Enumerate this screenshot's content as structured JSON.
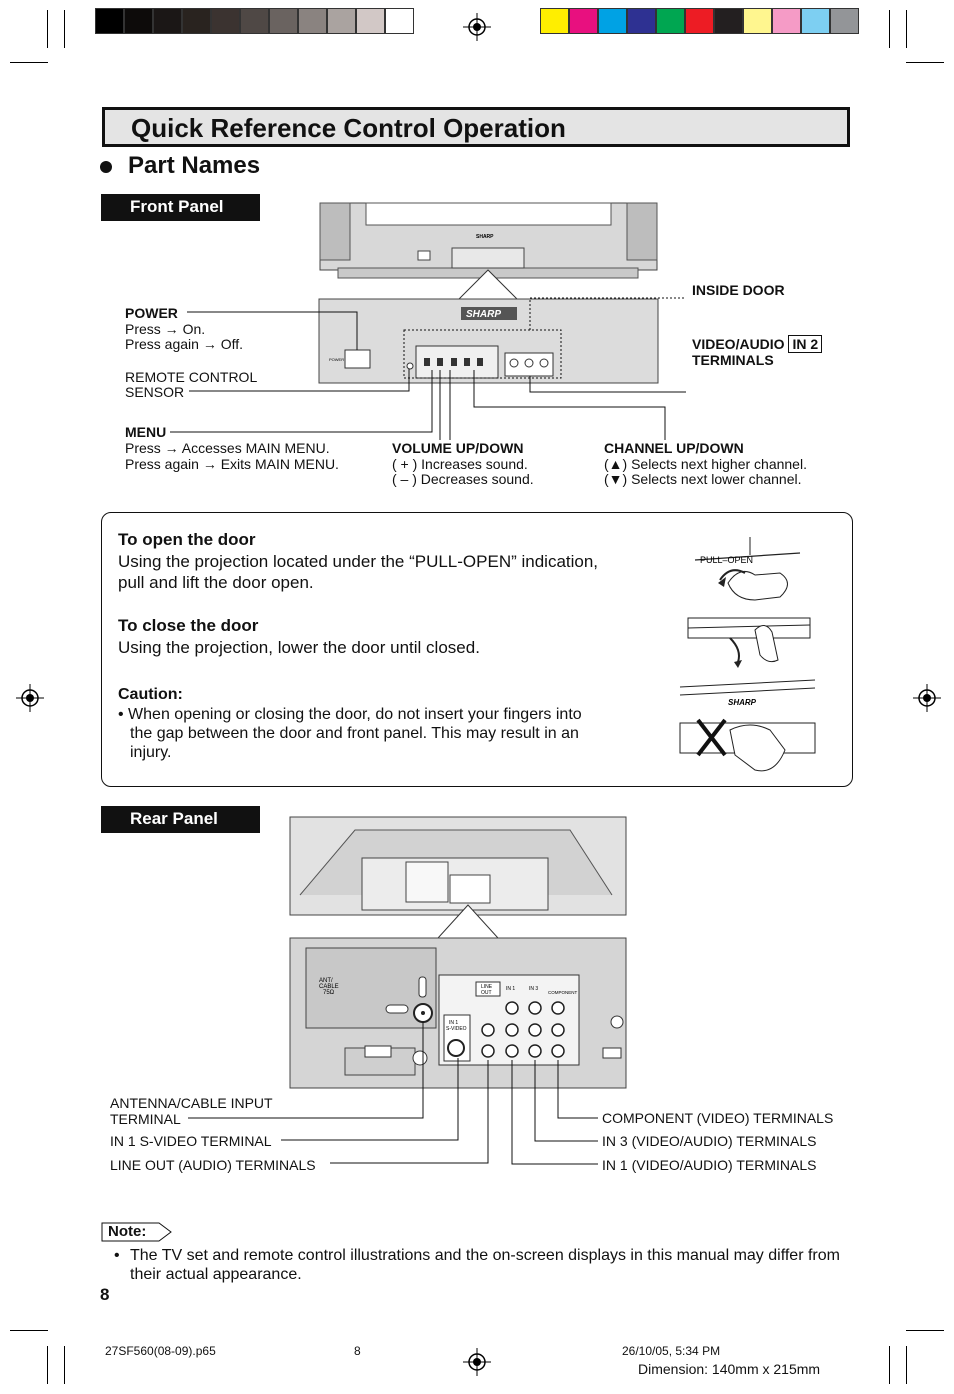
{
  "colors": {
    "grayscale_swatches": [
      "#000000",
      "#0d0b0a",
      "#1b1716",
      "#29231f",
      "#3b3330",
      "#4f4845",
      "#6a6360",
      "#8a8380",
      "#aaa3a0",
      "#d2c8c6",
      "#ffffff"
    ],
    "color_swatches": [
      "#ffee00",
      "#e8107f",
      "#00a2e4",
      "#2e3192",
      "#00a651",
      "#ed1c24",
      "#231f20",
      "#fff68f",
      "#f59bc6",
      "#7dcff2",
      "#939598"
    ]
  },
  "title": "Quick Reference Control Operation",
  "section_title": "Part Names",
  "front_panel": {
    "tab_label": "Front Panel",
    "power_label": "POWER",
    "power_desc_1": "Press → On.",
    "power_desc_2": "Press again → Off.",
    "remote_sensor_1": "REMOTE CONTROL",
    "remote_sensor_2": "SENSOR",
    "menu_label": "MENU",
    "menu_desc_1": "Press → Accesses MAIN MENU.",
    "menu_desc_2": "Press again → Exits MAIN MENU.",
    "volume_label": "VOLUME UP/DOWN",
    "volume_desc_1": "( + ) Increases sound.",
    "volume_desc_2": "( – ) Decreases sound.",
    "channel_label": "CHANNEL UP/DOWN",
    "channel_desc_1": "(▲) Selects next higher channel.",
    "channel_desc_2": "(▼) Selects next lower channel.",
    "inside_door": "INSIDE DOOR",
    "video_audio_1": "VIDEO/AUDIO",
    "video_audio_in": "IN 2",
    "video_audio_2": "TERMINALS",
    "brand": "SHARP",
    "power_small": "POWER"
  },
  "door": {
    "open_heading": "To open the door",
    "open_text_1": "Using the projection located under the “PULL-OPEN” indication,",
    "open_text_2": "pull and lift the door open.",
    "close_heading": "To close the door",
    "close_text": "Using the projection, lower the door until closed.",
    "caution_heading": "Caution:",
    "caution_1": "• When opening or closing the door, do not insert your fingers into",
    "caution_2": "the gap between the door and front panel. This may result in an",
    "caution_3": "injury.",
    "pull_open": "PULL–OPEN",
    "brand": "SHARP"
  },
  "rear_panel": {
    "tab_label": "Rear Panel",
    "antenna_1": "ANTENNA/CABLE INPUT",
    "antenna_2": "TERMINAL",
    "svideo": "IN 1 S-VIDEO TERMINAL",
    "lineout": "LINE OUT (AUDIO) TERMINALS",
    "component": "COMPONENT (VIDEO) TERMINALS",
    "in3": "IN 3 (VIDEO/AUDIO) TERMINALS",
    "in1": "IN 1 (VIDEO/AUDIO) TERMINALS",
    "ant_small_1": "ANT/",
    "ant_small_2": "CABLE",
    "ant_small_3": "75Ω",
    "line_out_small_1": "LINE",
    "line_out_small_2": "OUT",
    "in1_small": "IN 1",
    "in3_small": "IN 3",
    "component_small": "COMPONENT",
    "svideo_small_1": "IN 1",
    "svideo_small_2": "S-VIDEO"
  },
  "note": {
    "label": "Note:",
    "text_1": "The TV set and remote control illustrations and the on-screen displays in this manual may differ from",
    "text_2": "their actual appearance."
  },
  "page_number": "8",
  "footer": {
    "file": "27SF560(08-09).p65",
    "page": "8",
    "timestamp": "26/10/05, 5:34 PM",
    "dimension": "Dimension: 140mm x 215mm"
  }
}
